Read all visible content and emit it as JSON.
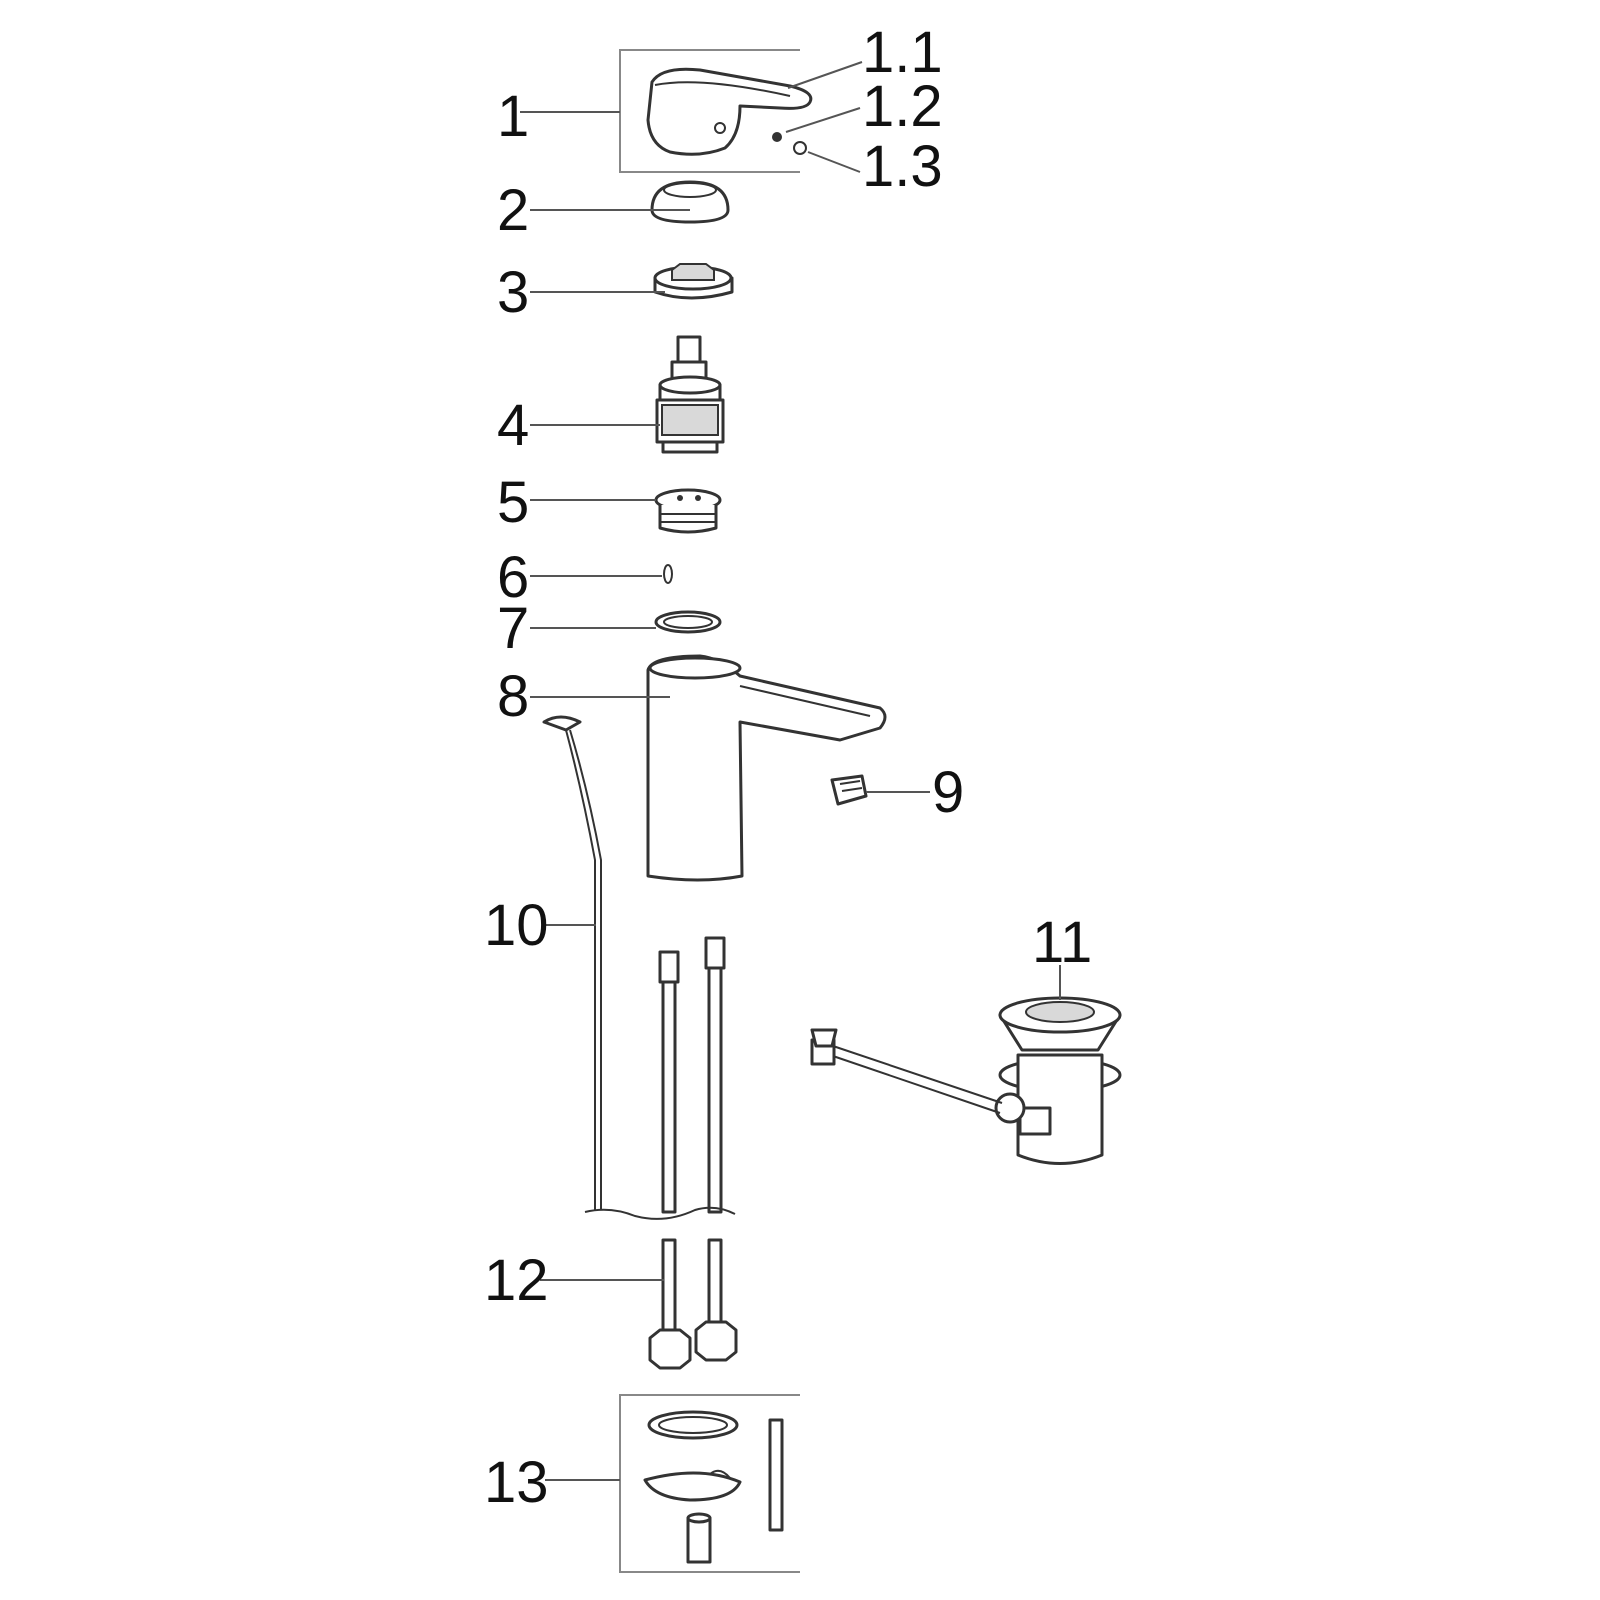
{
  "labels": {
    "l1": "1",
    "l1_1": "1.1",
    "l1_2": "1.2",
    "l1_3": "1.3",
    "l2": "2",
    "l3": "3",
    "l4": "4",
    "l5": "5",
    "l6": "6",
    "l7": "7",
    "l8": "8",
    "l9": "9",
    "l10": "10",
    "l11": "11",
    "l12": "12",
    "l13": "13"
  },
  "colors": {
    "line": "#333333",
    "shade": "#d9d9d9",
    "text": "#111111"
  }
}
